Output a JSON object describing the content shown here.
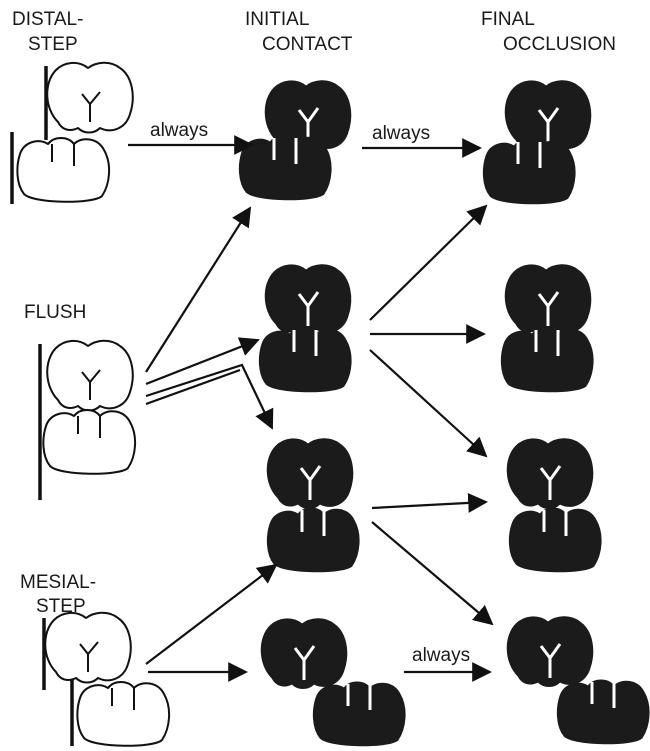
{
  "labels": {
    "distal_step": [
      "DISTAL-",
      "STEP"
    ],
    "initial_contact": [
      "INITIAL",
      "CONTACT"
    ],
    "final_occlusion": [
      "FINAL",
      "OCCLUSION"
    ],
    "flush": "FLUSH",
    "mesial_step": [
      "MESIAL-",
      "STEP"
    ]
  },
  "arrow_labels": {
    "distal_to_initial": "always",
    "initial_to_final_top": "always",
    "mesial_to_final_bottom": "always"
  }
}
